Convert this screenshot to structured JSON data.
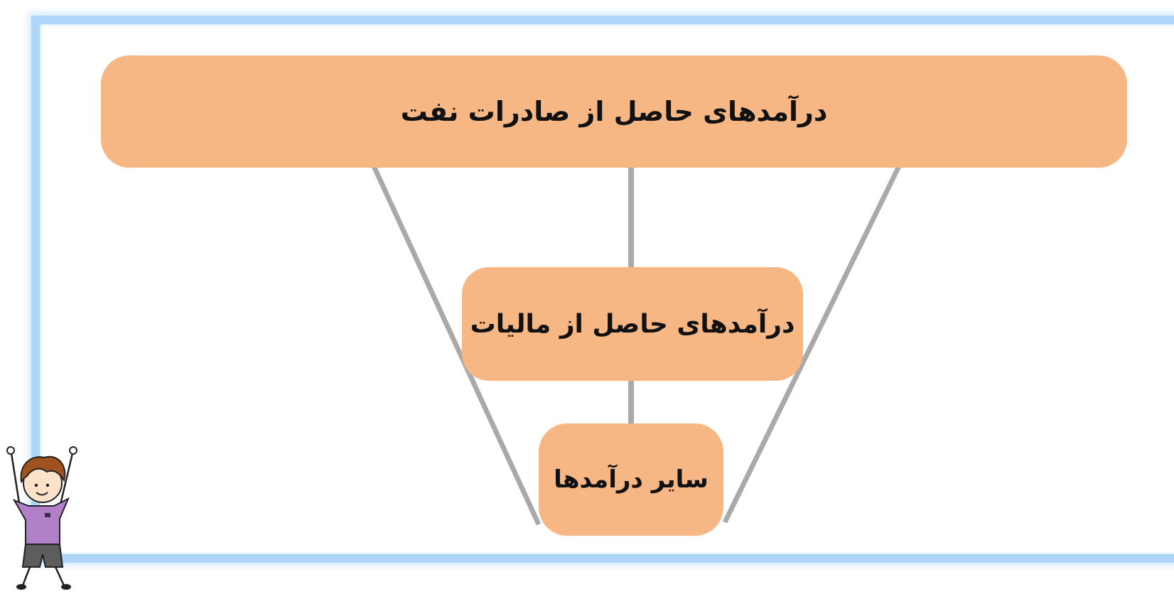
{
  "diagram": {
    "nodes": {
      "top": {
        "label": "درآمدهای حاصل از صادرات نفت"
      },
      "middle": {
        "label": "درآمدهای حاصل از مالیات"
      },
      "bottom": {
        "label": "سایر درآمدها"
      }
    },
    "colors": {
      "node_fill": "#f6b784",
      "connector": "#a9a9a9",
      "frame_border": "#aed6f8"
    },
    "icons": [
      "cartoon-boy-icon"
    ]
  }
}
